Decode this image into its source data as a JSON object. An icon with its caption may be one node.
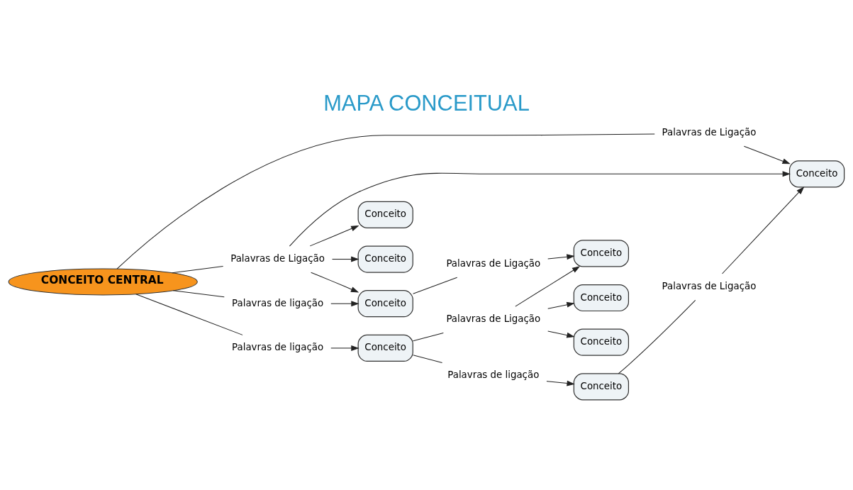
{
  "diagram": {
    "title": "MAPA CONCEITUAL",
    "nodes": [
      {
        "text": [
          "Conceito"
        ]
      },
      {
        "text": [
          "Palavras de Ligação"
        ]
      },
      {
        "text": [
          "Conceito"
        ]
      },
      {
        "text": [
          "Conceito"
        ]
      },
      {
        "text": [
          "Palavras de Ligação"
        ]
      },
      {
        "text": [
          "Palavras de Ligação"
        ]
      },
      {
        "text": [
          "CONCEITO CENTRAL"
        ]
      },
      {
        "text": [
          "Palavras de ligação"
        ]
      },
      {
        "text": [
          "Palavras de ligação"
        ]
      },
      {
        "text": [
          "Conceito"
        ]
      },
      {
        "text": [
          "Conceito"
        ]
      },
      {
        "text": [
          "Palavras de Ligação"
        ]
      },
      {
        "text": [
          "Conceito"
        ]
      },
      {
        "text": [
          "Conceito"
        ]
      },
      {
        "text": [
          "Palavras de ligação"
        ]
      },
      {
        "text": [
          "Conceito"
        ]
      },
      {
        "text": [
          "Palavras de Ligação"
        ]
      },
      {
        "text": [
          "Conceito"
        ]
      }
    ],
    "edges": [
      {
        "from": 2,
        "to": 1,
        "arrow": "none"
      },
      {
        "from": 1,
        "to": 0,
        "arrow": "to"
      },
      {
        "from": 6,
        "to": 4,
        "arrow": "none"
      },
      {
        "from": 4,
        "to": 0,
        "arrow": "to"
      },
      {
        "from": 6,
        "to": 5,
        "arrow": "none"
      },
      {
        "from": 5,
        "to": 3,
        "arrow": "to"
      },
      {
        "from": 5,
        "to": 10,
        "arrow": "to"
      },
      {
        "from": 5,
        "to": 0,
        "arrow": "to"
      },
      {
        "from": 5,
        "to": 15,
        "arrow": "to"
      },
      {
        "from": 6,
        "to": 8,
        "arrow": "none"
      },
      {
        "from": 8,
        "to": 9,
        "arrow": "to"
      },
      {
        "from": 9,
        "to": 7,
        "arrow": "none"
      },
      {
        "from": 7,
        "to": 2,
        "arrow": "to"
      },
      {
        "from": 9,
        "to": 11,
        "arrow": "none"
      },
      {
        "from": 11,
        "to": 12,
        "arrow": "to"
      },
      {
        "from": 11,
        "to": 13,
        "arrow": "to"
      },
      {
        "from": 11,
        "to": 17,
        "arrow": "to"
      },
      {
        "from": 6,
        "to": 14,
        "arrow": "none"
      },
      {
        "from": 14,
        "to": 15,
        "arrow": "to"
      },
      {
        "from": 15,
        "to": 16,
        "arrow": "none"
      },
      {
        "from": 16,
        "to": 17,
        "arrow": "to"
      }
    ]
  }
}
